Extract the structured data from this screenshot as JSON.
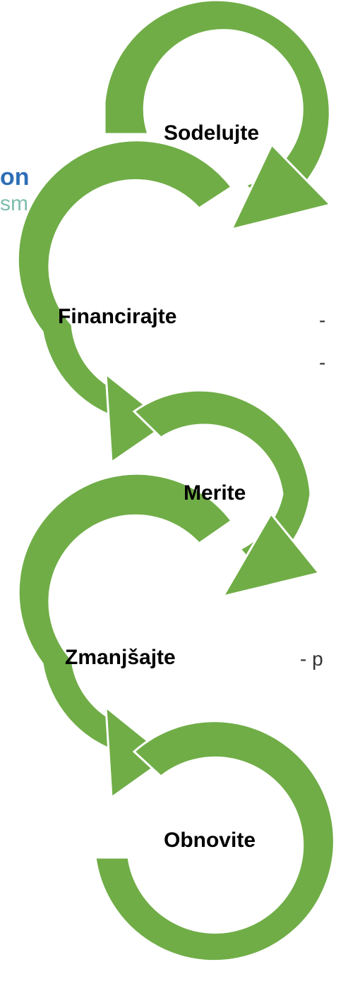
{
  "cycle": {
    "accent_color": "#70ad47",
    "steps": [
      {
        "label": "Sodelujte"
      },
      {
        "label": "Financirajte"
      },
      {
        "label": "Merite"
      },
      {
        "label": "Zmanjšajte"
      },
      {
        "label": "Obnovite"
      }
    ]
  },
  "background": {
    "logo_fragment_title": "on",
    "logo_fragment_sub": "sm",
    "dash_1": "-",
    "dash_2": "-",
    "dash_3": "- p"
  }
}
